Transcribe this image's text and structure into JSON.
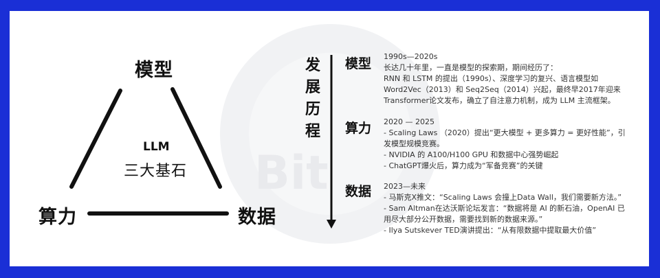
{
  "diagram": {
    "corners": {
      "top": "模型",
      "bottom_left": "算力",
      "bottom_right": "数据"
    },
    "center": {
      "title": "LLM",
      "subtitle": "三大基石"
    }
  },
  "timeline": {
    "heading": [
      "发",
      "展",
      "历",
      "程"
    ],
    "sections": [
      {
        "title": "模型",
        "lines": [
          "1990s—2020s",
          "长达几十年里，一直是模型的探索期，期间经历了：",
          "RNN 和 LSTM 的提出（1990s）、深度学习的复兴、语言模型如",
          "Word2Vec（2013）和 Seq2Seq（2014）兴起，最终早2017年迎来",
          "Transformer论文发布，确立了自注意力机制，成为 LLM 主流框架。"
        ]
      },
      {
        "title": "算力",
        "lines": [
          "2020 — 2025",
          "- Scaling Laws （2020）提出“更大模型 + 更多算力 = 更好性能”，引",
          "发模型规模竞赛。",
          "-   NVIDIA 的 A100/H100 GPU 和数据中心强势崛起",
          "- ChatGPT爆火后，算力成为“军备竞赛”的关键"
        ]
      },
      {
        "title": "数据",
        "lines": [
          "2023—未来",
          "- 马斯克X推文：“Scaling Laws 会撞上Data Wall，我们需要新方法。”",
          "- Sam Altman在达沃斯论坛发言：“数据将是 AI 的新石油，OpenAI 已",
          "用尽大部分公开数据，需要找到新的数据来源。”",
          "- Ilya Sutskever TED演讲提出：“从有限数据中提取最大价值”"
        ]
      }
    ]
  },
  "watermark": {
    "text": "Bit"
  },
  "colors": {
    "frame": "#1a2fd6",
    "ink": "#111111"
  }
}
